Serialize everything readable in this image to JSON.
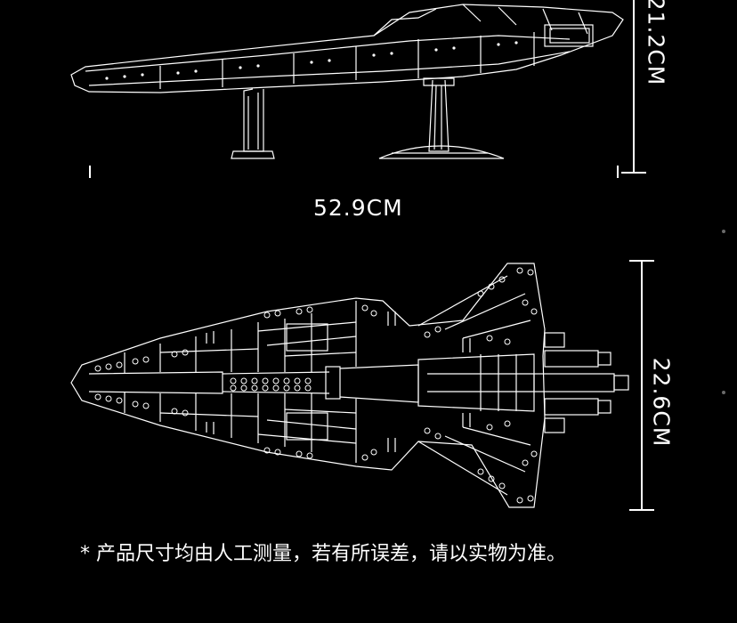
{
  "dimensions": {
    "length": "52.9CM",
    "side_height": "21.2CM",
    "top_width": "22.6CM"
  },
  "note": "* 产品尺寸均由人工测量，若有所误差，请以实物为准。",
  "colors": {
    "background": "#000000",
    "line": "#ffffff"
  }
}
